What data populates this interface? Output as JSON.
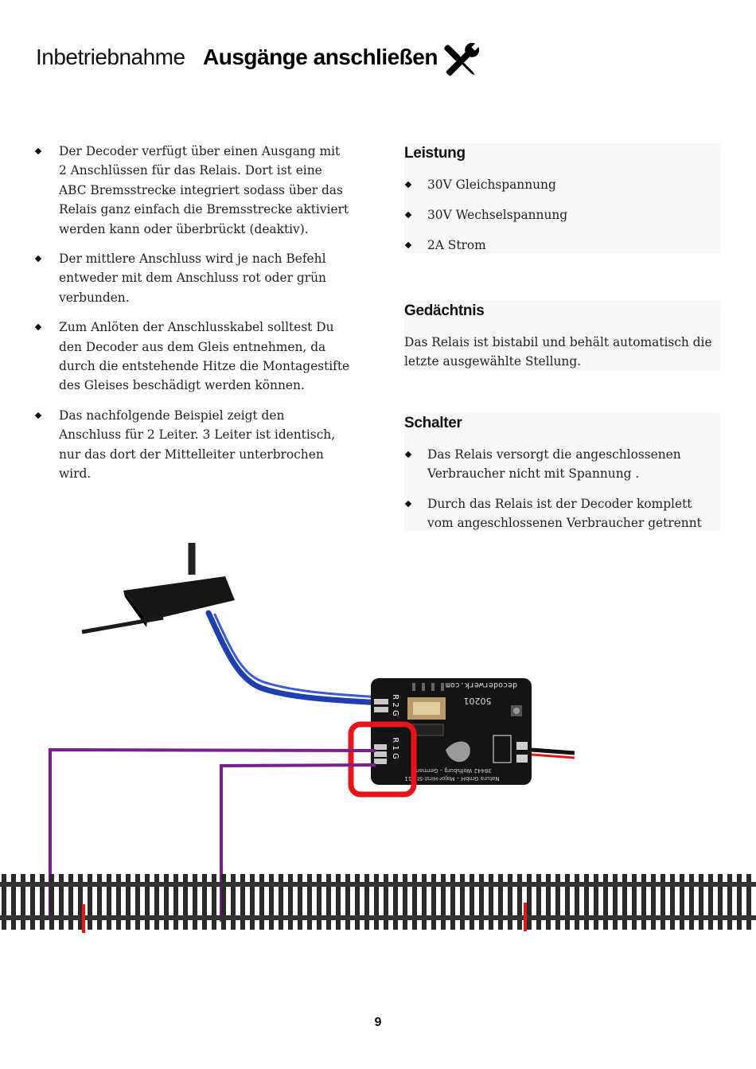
{
  "header": {
    "section": "Inbetriebnahme",
    "title": "Ausgänge anschließen",
    "icon": "tools-icon"
  },
  "intro_bullets": [
    "Der Decoder verfügt über einen Ausgang mit 2 Anschlüssen für das Relais. Dort ist eine ABC Bremsstrecke integriert sodass über das Relais ganz einfach die Bremsstrecke aktiviert werden kann oder überbrückt (deaktiv).",
    "Der mittlere Anschluss wird je nach Befehl entweder mit dem Anschluss rot oder grün verbunden.",
    "Zum Anlöten der Anschlusskabel solltest Du den Decoder aus dem Gleis entnehmen, da durch die entstehende Hitze die Montagestifte des Gleises beschädigt werden können.",
    "Das nachfolgende Beispiel zeigt den Anschluss für 2 Leiter. 3 Leiter ist identisch, nur das dort der Mittelleiter unterbrochen wird."
  ],
  "leistung": {
    "title": "Leistung",
    "items": [
      "30V Gleichspannung",
      "30V Wechselspannung",
      "2A Strom"
    ]
  },
  "gedaechtnis": {
    "title": "Gedächtnis",
    "text": "Das Relais ist bistabil und behält automatisch die letzte ausgewählte Stellung."
  },
  "schalter": {
    "title": "Schalter",
    "items": [
      "Das Relais versorgt die angeschlossenen Verbraucher nicht mit Spannung .",
      "Durch das Relais ist der Decoder komplett vom angeschlossenen Verbraucher getrennt"
    ]
  },
  "board": {
    "website": "decoderwerk.com",
    "model": "50201",
    "pins_top": "R 2 G",
    "pins_bottom": "R 1 G",
    "footer_text": "Natura GmbH – Major-Hirst-Str. 11",
    "address": "38442 Wolfsburg – Germany"
  },
  "colors": {
    "wire_purple": "#7a1f8c",
    "highlight_red": "#e8141c",
    "cable_blue": "#1f3fb0",
    "board_black": "#141414",
    "rail_gray": "#333333"
  },
  "page_number": "9"
}
